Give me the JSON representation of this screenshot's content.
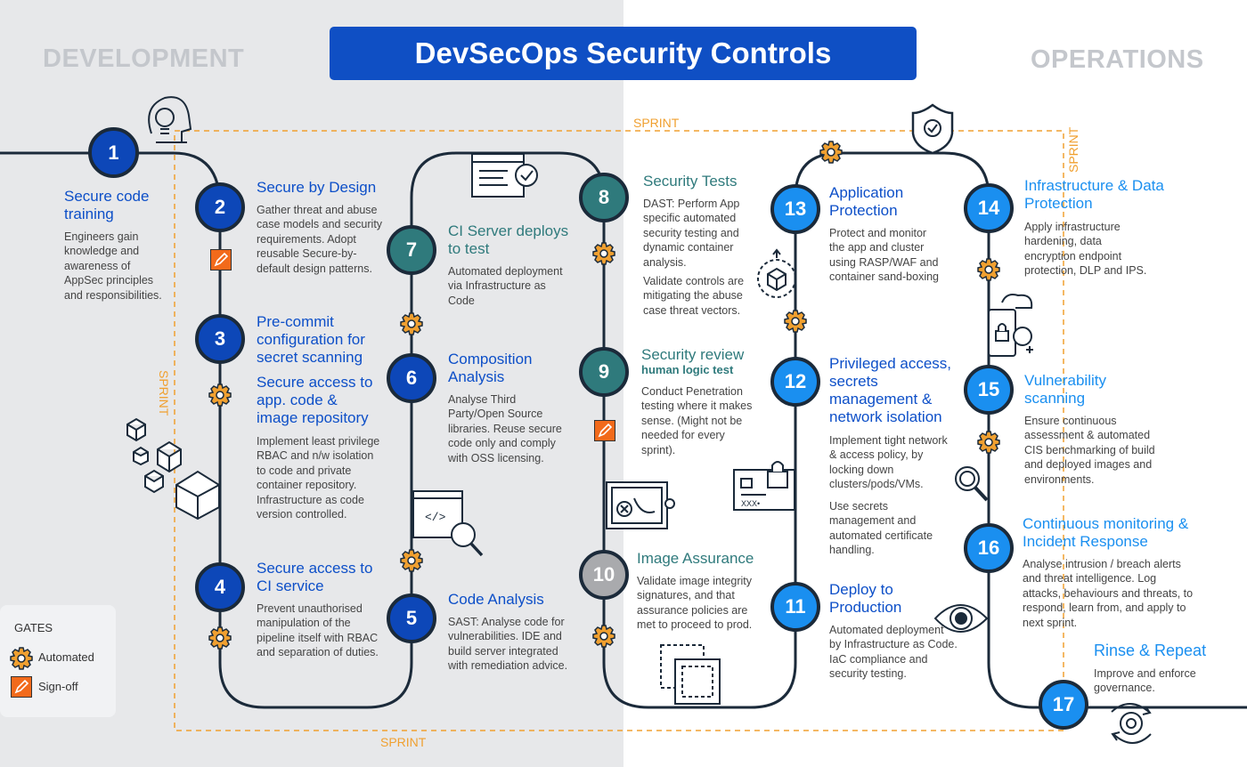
{
  "title": "DevSecOps Security Controls",
  "zones": {
    "left": "DEVELOPMENT",
    "right": "OPERATIONS"
  },
  "sprint_label": "SPRINT",
  "gates": {
    "title": "GATES",
    "automated": "Automated",
    "signoff": "Sign-off"
  },
  "steps": [
    {
      "num": "1",
      "title": "Secure code training",
      "desc": "Engineers gain knowledge and awareness of AppSec principles and responsibilities."
    },
    {
      "num": "2",
      "title": "Secure by Design",
      "desc": "Gather threat and abuse case models and security requirements. Adopt reusable Secure-by-default design patterns."
    },
    {
      "num": "3",
      "title": "Pre-commit configuration for secret scanning",
      "title2": "Secure access to app. code & image repository",
      "desc": "Implement least privilege RBAC and n/w isolation to code and private container repository. Infrastructure as code version controlled."
    },
    {
      "num": "4",
      "title": "Secure access to CI service",
      "desc": "Prevent unauthorised manipulation of the pipeline itself with RBAC and separation of duties."
    },
    {
      "num": "5",
      "title": "Code Analysis",
      "desc": "SAST: Analyse code for vulnerabilities.  IDE  and build server integrated with remediation advice."
    },
    {
      "num": "6",
      "title": "Composition Analysis",
      "desc": "Analyse Third Party/Open Source libraries. Reuse secure code only and comply with OSS licensing."
    },
    {
      "num": "7",
      "title": "CI Server deploys to test",
      "desc": "Automated deployment via Infrastructure as Code"
    },
    {
      "num": "8",
      "title": "Security Tests",
      "desc": "DAST: Perform App specific automated security testing and dynamic container analysis.",
      "desc2": "Validate controls are mitigating the abuse case threat vectors."
    },
    {
      "num": "9",
      "title": "Security review",
      "subtitle": "human logic test",
      "desc": "Conduct Penetration testing where it makes sense. (Might not be needed for every sprint)."
    },
    {
      "num": "10",
      "title": "Image Assurance",
      "desc": "Validate image integrity signatures, and that assurance policies are met to proceed to prod."
    },
    {
      "num": "11",
      "title": "Deploy to Production",
      "desc": "Automated deployment by Infrastructure as Code. IaC compliance and security testing."
    },
    {
      "num": "12",
      "title": "Privileged access, secrets management & network isolation",
      "desc": "Implement tight network & access policy, by locking down clusters/pods/VMs.",
      "desc2": "Use secrets management and automated certificate handling."
    },
    {
      "num": "13",
      "title": "Application Protection",
      "desc": "Protect and monitor the app and cluster using RASP/WAF and container sand-boxing"
    },
    {
      "num": "14",
      "title": "Infrastructure & Data Protection",
      "desc": "Apply infrastructure hardening, data encryption endpoint protection, DLP and IPS."
    },
    {
      "num": "15",
      "title": "Vulnerability scanning",
      "desc": "Ensure continuous assessment & automated CIS benchmarking of build and deployed images and environments."
    },
    {
      "num": "16",
      "title": "Continuous monitoring & Incident Response",
      "desc": "Analyse intrusion / breach alerts and threat intelligence. Log attacks, behaviours and threats, to respond, learn from, and apply to next sprint."
    },
    {
      "num": "17",
      "title": "Rinse & Repeat",
      "desc": "Improve and enforce governance."
    }
  ],
  "colors": {
    "accent": "#0f4fc4",
    "dark_step": "#0d47b8",
    "teal_step": "#2f7a7c",
    "light_step": "#1a8ff0",
    "gray_step": "#a9aaad",
    "gear": "#f0a030",
    "signoff": "#f26a1b"
  },
  "icons": [
    "lightbulb-head-icon",
    "window-check-icon",
    "shield-check-icon",
    "cubes-icon",
    "code-search-icon",
    "id-card-lock-icon",
    "certificate-icon",
    "scan-frame-icon",
    "phone-lock-cloud-icon",
    "magnifier-icon",
    "eye-icon",
    "cycle-gear-icon",
    "box-arrow-icon"
  ]
}
